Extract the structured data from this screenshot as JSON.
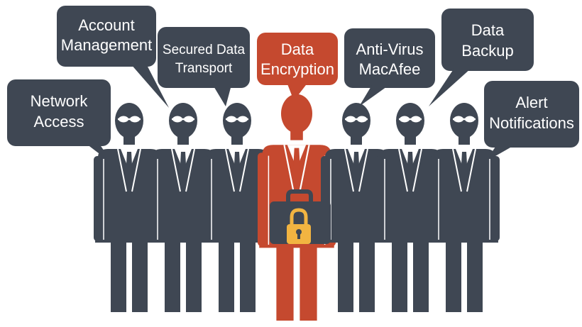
{
  "colors": {
    "figure": "#3f4753",
    "accent": "#c5492f",
    "bubble": "#3f4753",
    "glasses": "#ffffff",
    "lock": "#f2b441",
    "background": "#ffffff"
  },
  "bubbles": [
    {
      "id": "network-access",
      "lines": [
        "Network",
        "Access"
      ]
    },
    {
      "id": "account-management",
      "lines": [
        "Account",
        "Management"
      ]
    },
    {
      "id": "secured-data-transport",
      "lines": [
        "Secured Data",
        "Transport"
      ]
    },
    {
      "id": "data-encryption",
      "lines": [
        "Data",
        "Encryption"
      ],
      "accent": true
    },
    {
      "id": "anti-virus",
      "lines": [
        "Anti-Virus",
        "MacAfee"
      ]
    },
    {
      "id": "data-backup",
      "lines": [
        "Data",
        "Backup"
      ]
    },
    {
      "id": "alert-notifications",
      "lines": [
        "Alert",
        "Notifications"
      ]
    }
  ],
  "figures": [
    {
      "id": "figure-1",
      "role": "agent"
    },
    {
      "id": "figure-2",
      "role": "agent"
    },
    {
      "id": "figure-3",
      "role": "agent"
    },
    {
      "id": "figure-4",
      "role": "leader",
      "carries": "padlock-briefcase"
    },
    {
      "id": "figure-5",
      "role": "agent"
    },
    {
      "id": "figure-6",
      "role": "agent"
    },
    {
      "id": "figure-7",
      "role": "agent"
    }
  ]
}
